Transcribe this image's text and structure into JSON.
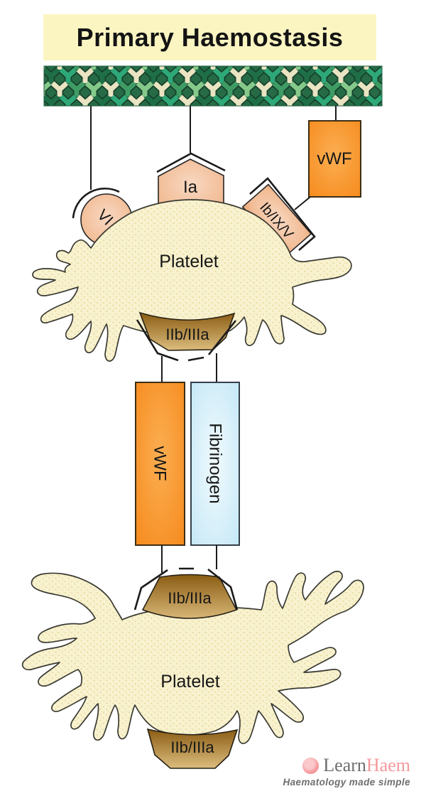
{
  "title": "Primary Haemostasis",
  "labels": {
    "vi": "VI",
    "ia": "Ia",
    "ib_ix_v": "Ib/IX/V",
    "vwf_top": "vWF",
    "platelet_top": "Platelet",
    "iib_iiia_top": "IIb/IIIa",
    "vwf_mid": "vWF",
    "fibrinogen": "Fibrinogen",
    "iib_iiia_mid": "IIb/IIIa",
    "platelet_bottom": "Platelet",
    "iib_iiia_bottom": "IIb/IIIa"
  },
  "logo": {
    "brand_first": "Learn",
    "brand_second": "Haem",
    "tagline": "Haematology made simple"
  },
  "colors": {
    "banner_bg": "#FBF5C2",
    "collagen_green": "#266B46",
    "receptor_peach": "#EBA77C",
    "vwf_orange": "#F68A1C",
    "fibrinogen_blue": "#C2E7F6",
    "iib_iiia_gold": "#8C5E15",
    "platelet_cream": "#F8F2D0",
    "logo_pink": "#F5989C",
    "logo_gray": "#6D6E71"
  }
}
